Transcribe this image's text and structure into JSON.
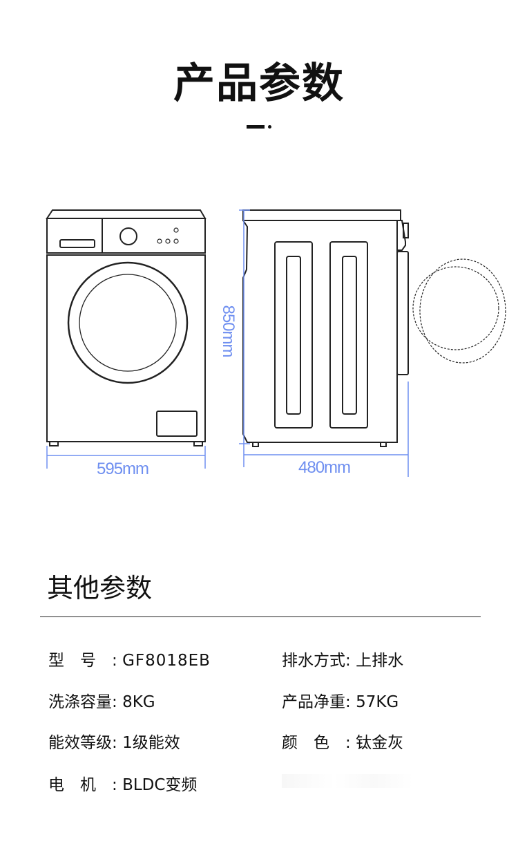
{
  "header": {
    "title": "产品参数"
  },
  "diagram": {
    "width_label": "595mm",
    "height_label": "850mm",
    "depth_label": "480mm",
    "dimension_color": "#6f8ff0"
  },
  "section": {
    "title": "其他参数"
  },
  "specs": [
    {
      "label": "型　号　",
      "value": "GF8018EB"
    },
    {
      "label": "排水方式",
      "value": "上排水"
    },
    {
      "label": "洗涤容量",
      "value": "8KG"
    },
    {
      "label": "产品净重",
      "value": "57KG"
    },
    {
      "label": "能效等级",
      "value": "1级能效"
    },
    {
      "label": "颜　色　",
      "value": "钛金灰"
    },
    {
      "label": "电　机　",
      "value": "BLDC变频"
    }
  ]
}
